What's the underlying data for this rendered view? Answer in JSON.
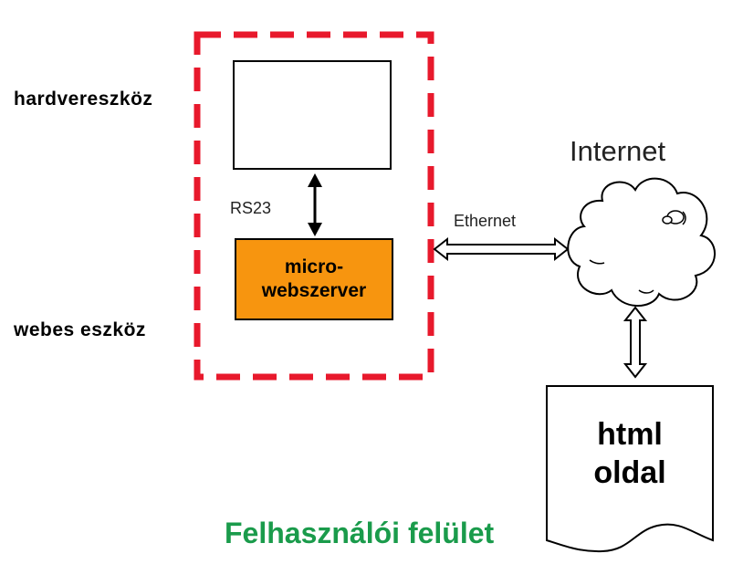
{
  "labels": {
    "hardware": "hardvereszköz",
    "web_device": "webes eszköz",
    "rs": "RS23",
    "ethernet": "Ethernet",
    "internet": "Internet",
    "server_line1": "micro-",
    "server_line2": "webszerver",
    "page_line1": "html",
    "page_line2": "oldal",
    "footer": "Felhasználói felület"
  },
  "colors": {
    "dashed_border": "#e8192c",
    "server_fill": "#f7950f",
    "footer_text": "#1a9b4b"
  }
}
